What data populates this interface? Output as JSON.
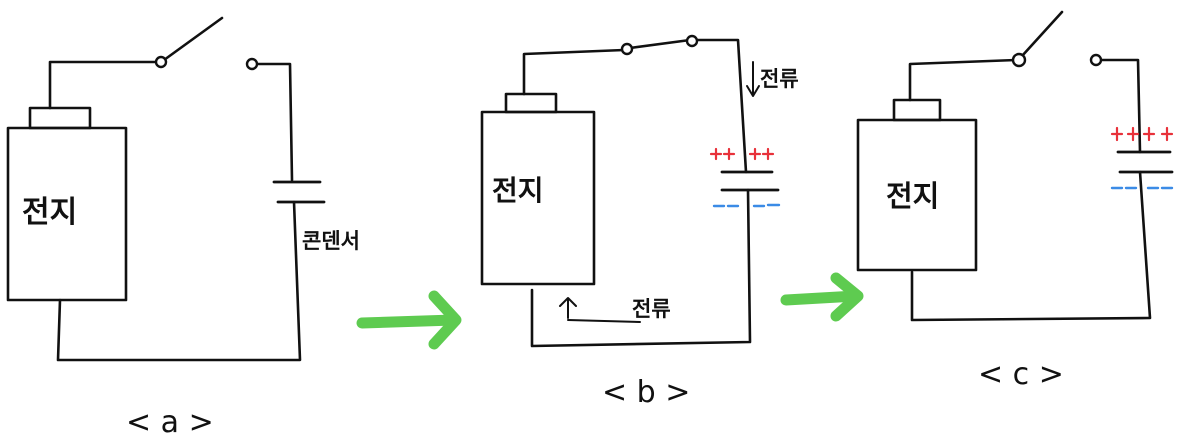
{
  "colors": {
    "ink": "#111111",
    "arrow": "#5ecb50",
    "positive": "#e8313a",
    "negative": "#3b8be6"
  },
  "panel_a": {
    "battery_label": "전지",
    "capacitor_label": "콘덴서",
    "caption": "< a >"
  },
  "panel_b": {
    "battery_label": "전지",
    "current_label_top": "전류",
    "current_label_bottom": "전류",
    "caption": "< b >",
    "positive_charges": "++ ++",
    "negative_charges": "-- --"
  },
  "panel_c": {
    "battery_label": "전지",
    "caption": "< c >",
    "positive_charges": "+++ +",
    "negative_charges": "-- --"
  }
}
